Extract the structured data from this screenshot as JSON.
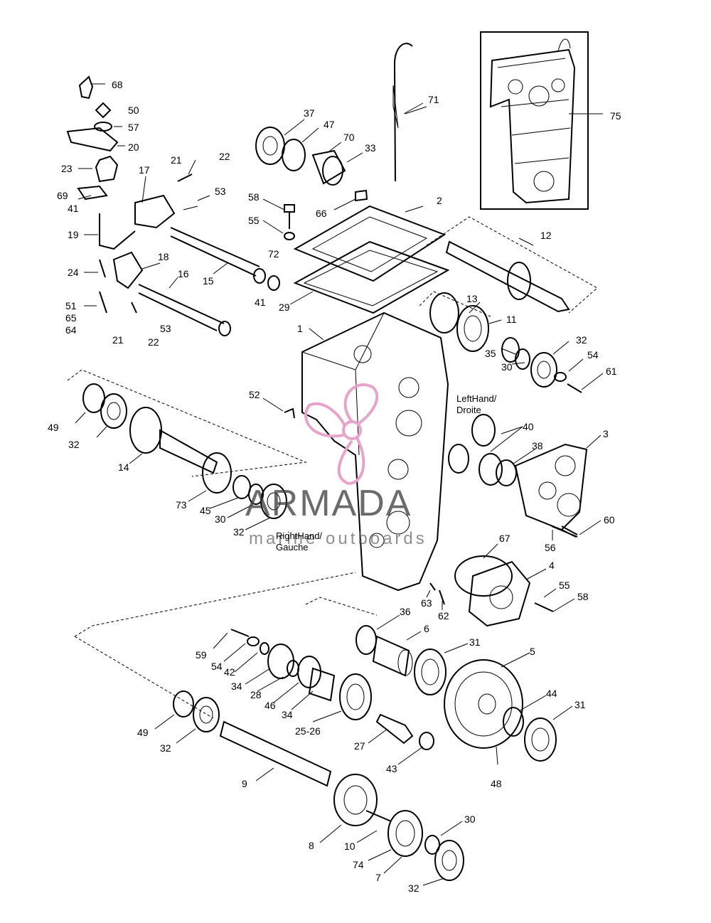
{
  "labels": {
    "p1": "1",
    "p2": "2",
    "p3": "3",
    "p4": "4",
    "p5": "5",
    "p6": "6",
    "p7": "7",
    "p8": "8",
    "p9": "9",
    "p10": "10",
    "p11": "11",
    "p12": "12",
    "p13": "13",
    "p14": "14",
    "p15": "15",
    "p16": "16",
    "p17": "17",
    "p18": "18",
    "p19": "19",
    "p20": "20",
    "p21a": "21",
    "p21b": "21",
    "p22a": "22",
    "p22b": "22",
    "p23": "23",
    "p24": "24",
    "p25_26": "25-26",
    "p27": "27",
    "p28": "28",
    "p29": "29",
    "p30a": "30",
    "p30b": "30",
    "p30c": "30",
    "p31a": "31",
    "p31b": "31",
    "p32a": "32",
    "p32b": "32",
    "p32c": "32",
    "p32d": "32",
    "p32e": "32",
    "p33": "33",
    "p34a": "34",
    "p34b": "34",
    "p35": "35",
    "p36": "36",
    "p37": "37",
    "p38": "38",
    "p40": "40",
    "p41a": "41",
    "p41b": "41",
    "p42": "42",
    "p43": "43",
    "p44": "44",
    "p45": "45",
    "p46": "46",
    "p47": "47",
    "p48": "48",
    "p49a": "49",
    "p49b": "49",
    "p50": "50",
    "p51": "51",
    "p52": "52",
    "p53a": "53",
    "p53b": "53",
    "p54a": "54",
    "p54b": "54",
    "p55a": "55",
    "p55b": "55",
    "p56": "56",
    "p57": "57",
    "p58a": "58",
    "p58b": "58",
    "p59": "59",
    "p60": "60",
    "p61": "61",
    "p62": "62",
    "p63": "63",
    "p64": "64",
    "p65": "65",
    "p66": "66",
    "p67": "67",
    "p68": "68",
    "p69": "69",
    "p70": "70",
    "p71": "71",
    "p72": "72",
    "p73": "73",
    "p74": "74",
    "p75": "75"
  },
  "side_labels": {
    "left_hand": "LeftHand/",
    "left_hand_fr": "Droite",
    "right_hand": "RightHand/",
    "right_hand_fr": "Gauche"
  },
  "watermark": {
    "brand": "ARMADA",
    "tagline": "marine outboards",
    "color": "#e8a3c9"
  }
}
